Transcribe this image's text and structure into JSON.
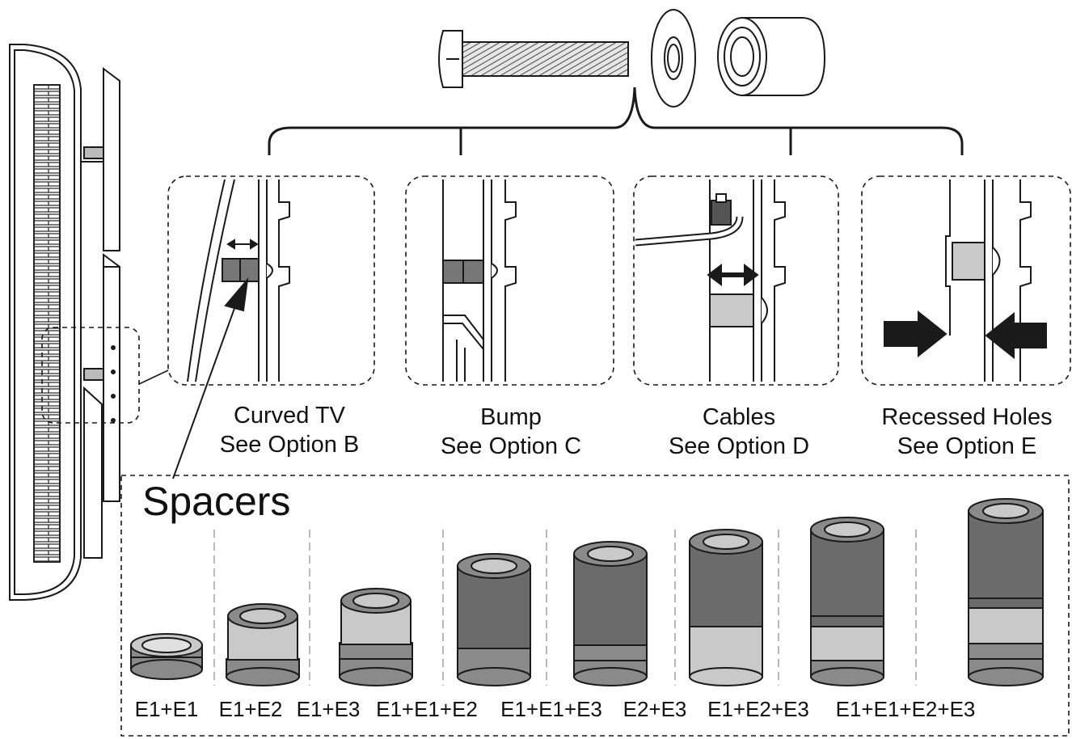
{
  "options": [
    {
      "name": "Curved TV",
      "ref": "See Option B"
    },
    {
      "name": "Bump",
      "ref": "See Option C"
    },
    {
      "name": "Cables",
      "ref": "See Option D"
    },
    {
      "name": "Recessed Holes",
      "ref": "See Option E"
    }
  ],
  "spacers": {
    "title": "Spacers",
    "combos": [
      "E1+E1",
      "E1+E2",
      "E1+E3",
      "E1+E1+E2",
      "E1+E1+E3",
      "E2+E3",
      "E1+E2+E3",
      "E1+E1+E2+E3"
    ]
  },
  "colors": {
    "line": "#1a1a1a",
    "spacer_dark": "#6b6b6b",
    "spacer_light": "#c9c9c9",
    "ring": "#8a8a8a"
  },
  "icons": [
    "screw-icon",
    "washer-icon",
    "spacer-sleeve-icon",
    "double-arrow-icon",
    "arrow-icon",
    "cable-icon"
  ]
}
